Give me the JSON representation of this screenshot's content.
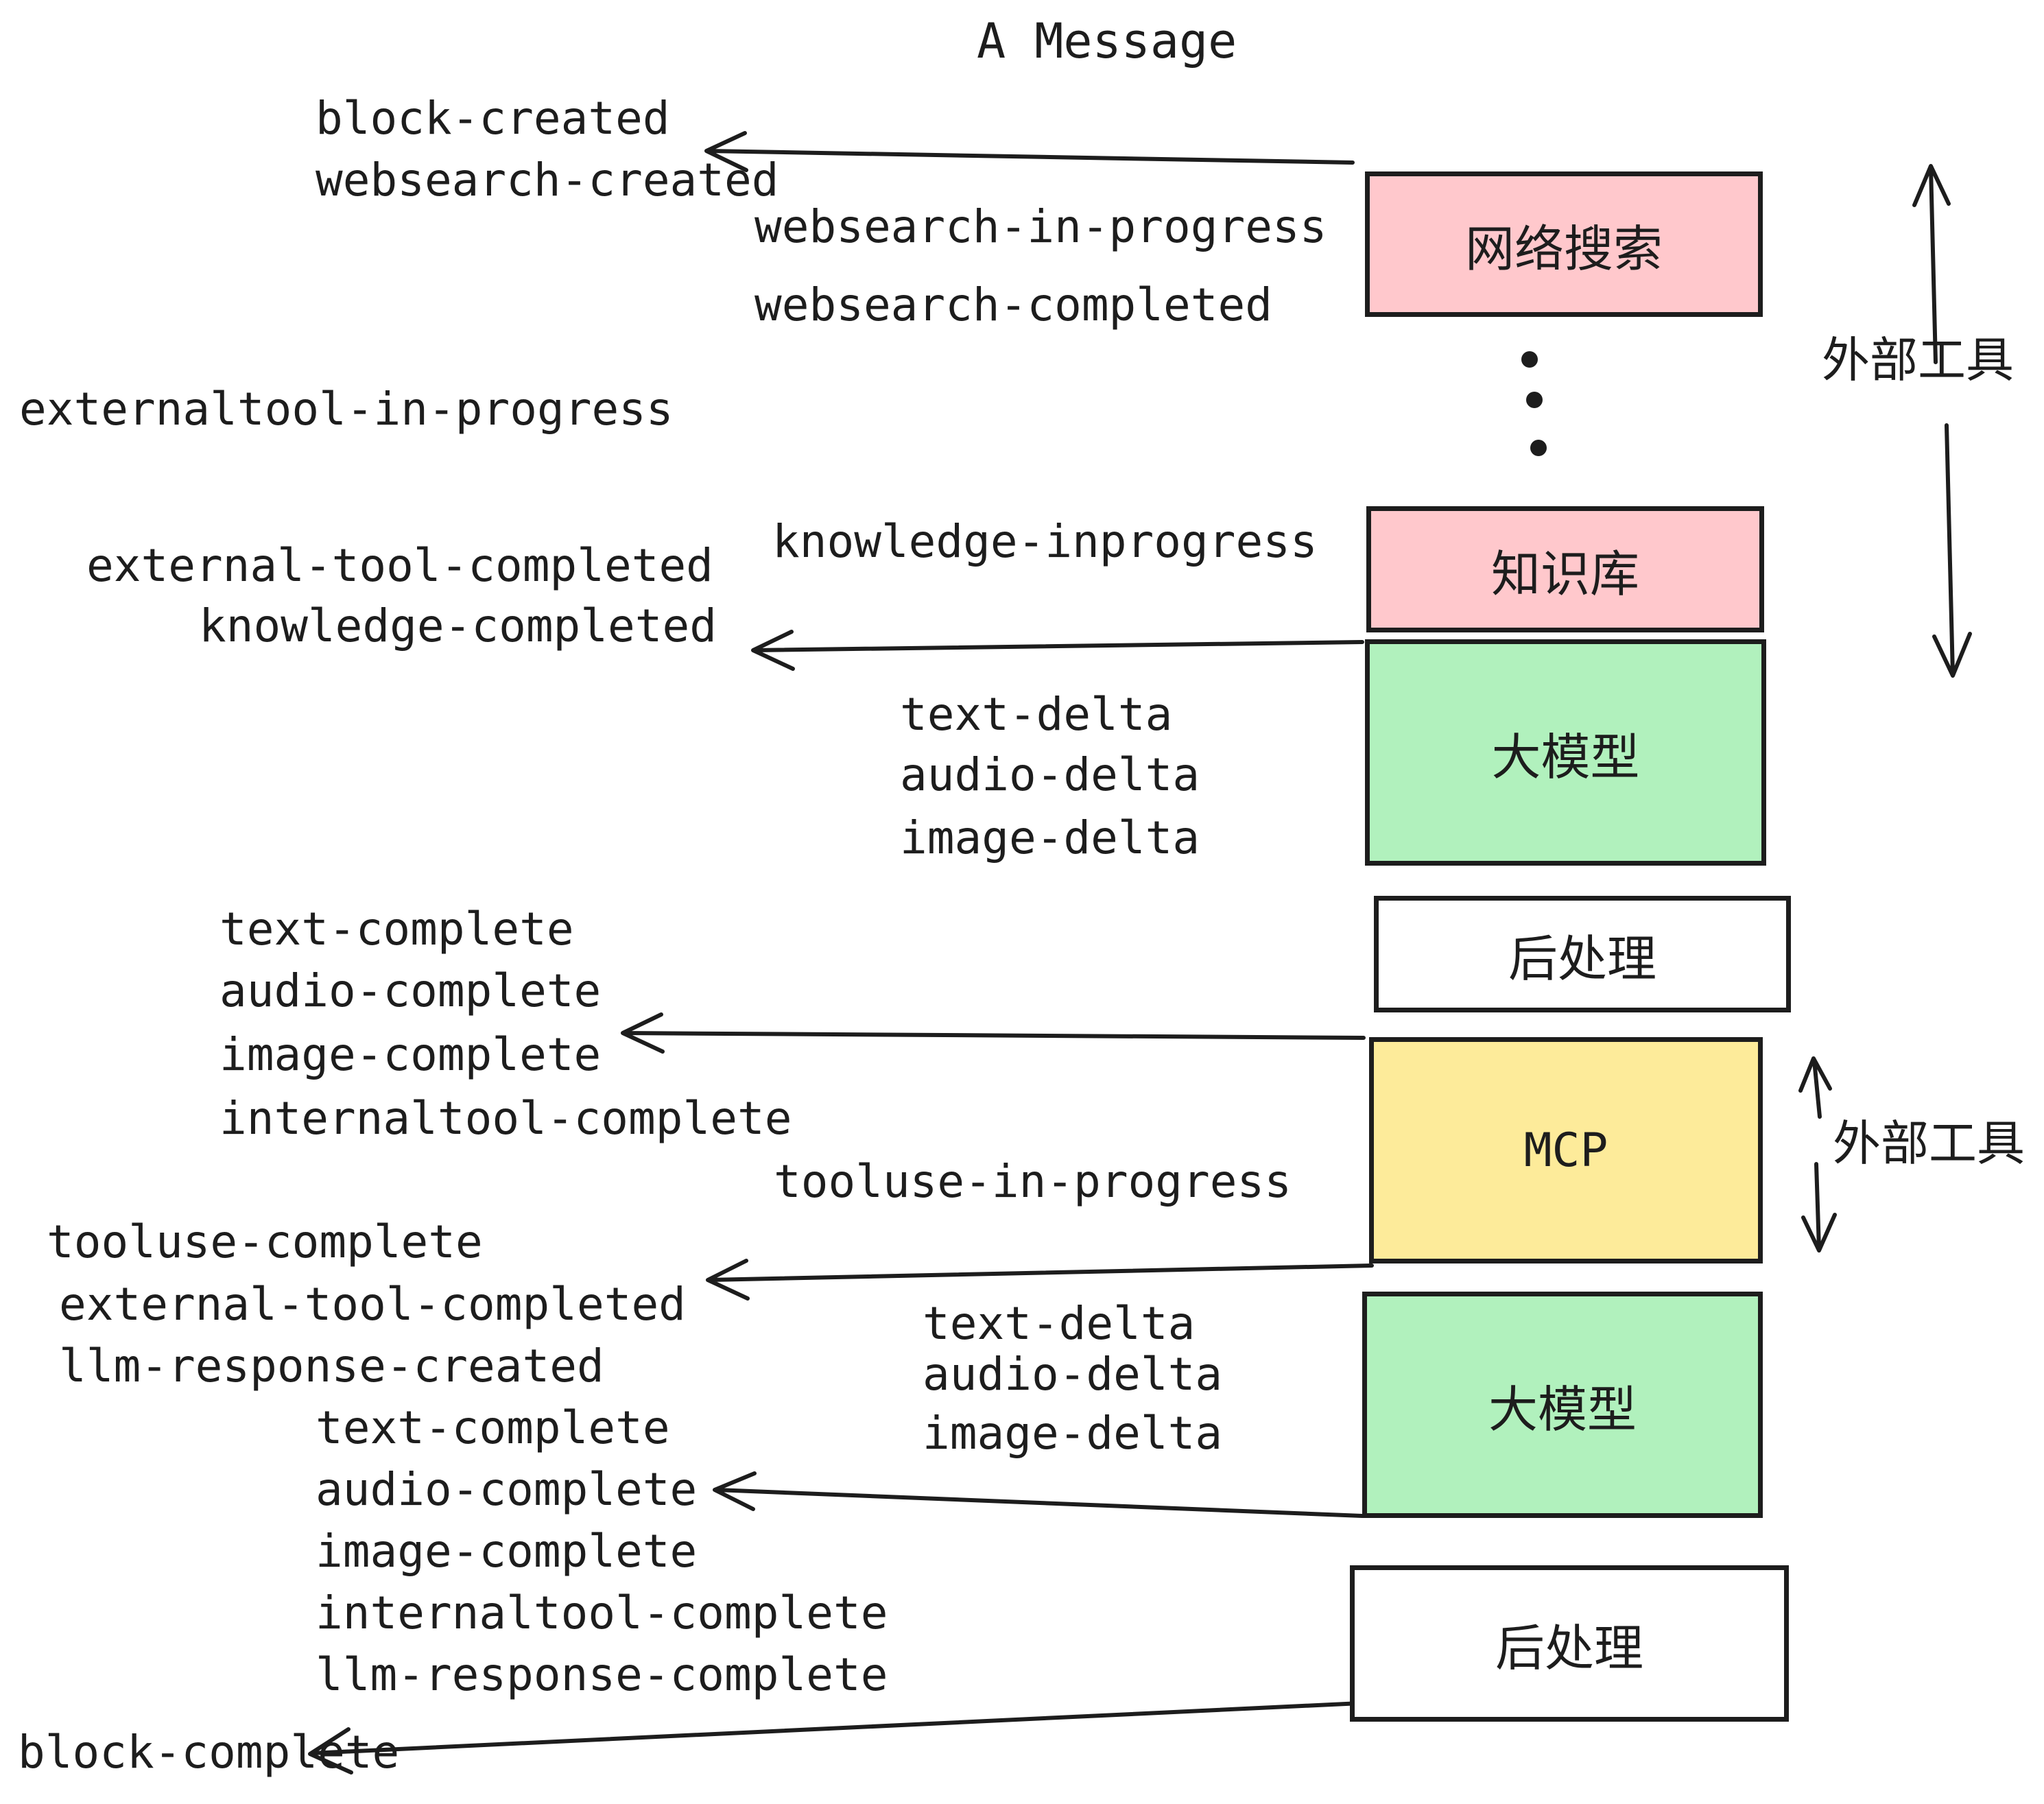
{
  "title": "A Message",
  "events": {
    "block_created": "block-created",
    "websearch_created": "websearch-created",
    "websearch_in_progress": "websearch-in-progress",
    "websearch_completed": "websearch-completed",
    "externaltool_in_progress": "externaltool-in-progress",
    "knowledge_inprogress": "knowledge-inprogress",
    "external_tool_completed": "external-tool-completed",
    "knowledge_completed": "knowledge-completed",
    "text_delta": "text-delta",
    "audio_delta": "audio-delta",
    "image_delta": "image-delta",
    "text_complete": "text-complete",
    "audio_complete": "audio-complete",
    "image_complete": "image-complete",
    "internaltool_complete": "internaltool-complete",
    "tooluse_in_progress": "tooluse-in-progress",
    "tooluse_complete": "tooluse-complete",
    "llm_response_created": "llm-response-created",
    "llm_response_complete": "llm-response-complete",
    "block_complete": "block-complete"
  },
  "boxes": {
    "websearch": {
      "label": "网络搜索",
      "color": "#FFC8CC"
    },
    "knowledge": {
      "label": "知识库",
      "color": "#FFC8CC"
    },
    "llm": {
      "label": "大模型",
      "color": "#B1F1BD"
    },
    "postprocess": {
      "label": "后处理",
      "color": "#FFFFFF"
    },
    "mcp": {
      "label": "MCP",
      "color": "#FDEB9A"
    }
  },
  "side_labels": {
    "external_tools": "外部工具"
  },
  "colors": {
    "ink": "#1d1d1d",
    "background": "#FFFFFF",
    "pink": "#FFC8CC",
    "green": "#B1F1BD",
    "yellow": "#FDEB9A"
  }
}
